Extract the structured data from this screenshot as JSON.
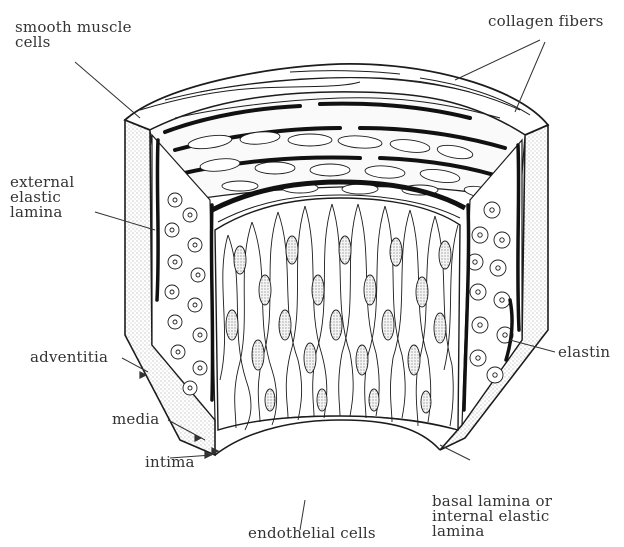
{
  "labels": {
    "smooth_muscle": [
      "smooth muscle",
      "cells"
    ],
    "collagen": "collagen fibers",
    "external_elastic": [
      "external",
      "elastic",
      "lamina"
    ],
    "adventitia": "adventitia",
    "media": "media",
    "intima": "intima",
    "elastin": "elastin",
    "endothelial": "endothelial cells",
    "basal_lamina": [
      "basal lamina or",
      "internal elastic",
      "lamina"
    ]
  },
  "colors": {
    "ink": "#1c1c1c",
    "paper": "#ffffff",
    "stipple": "#9a9a9a"
  }
}
